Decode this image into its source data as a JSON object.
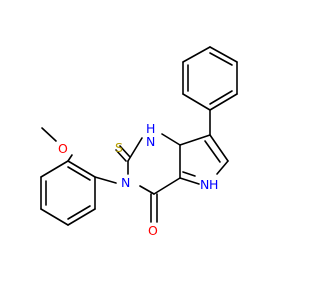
{
  "structure": {
    "atoms": {
      "methoxy_o": "O",
      "thione_s": "S",
      "n1h": "H",
      "n1": "N",
      "n3": "N",
      "n5h": "H",
      "n5": "N",
      "carbonyl_o": "O"
    },
    "colors": {
      "bond": "#000000",
      "oxygen": "#ff0000",
      "sulfur": "#b8a000",
      "nitrogen": "#0000ff"
    }
  }
}
